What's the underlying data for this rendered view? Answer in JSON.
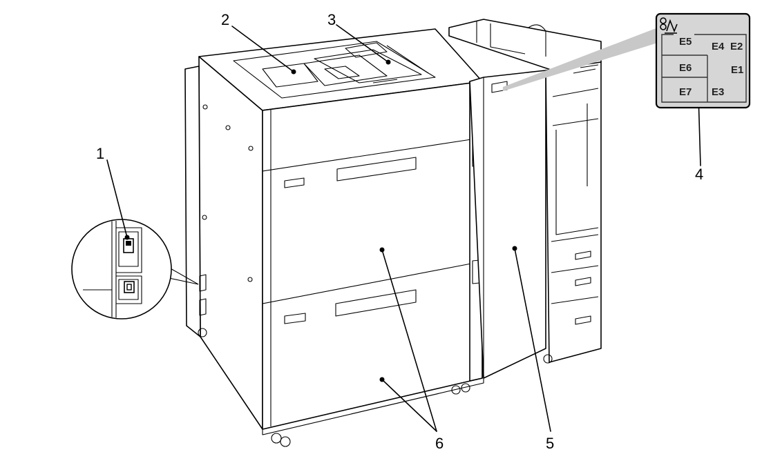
{
  "callouts": [
    {
      "id": "1",
      "label": "1"
    },
    {
      "id": "2",
      "label": "2"
    },
    {
      "id": "3",
      "label": "3"
    },
    {
      "id": "4",
      "label": "4"
    },
    {
      "id": "5",
      "label": "5"
    },
    {
      "id": "6",
      "label": "6"
    }
  ],
  "jam_panel": {
    "icon": "paper-jam-icon",
    "codes": {
      "e1": "E1",
      "e2": "E2",
      "e3": "E3",
      "e4": "E4",
      "e5": "E5",
      "e6": "E6",
      "e7": "E7"
    }
  },
  "colors": {
    "line": "#000000",
    "panel": "#d6d6d6",
    "pointer": "#c8c8c8"
  }
}
